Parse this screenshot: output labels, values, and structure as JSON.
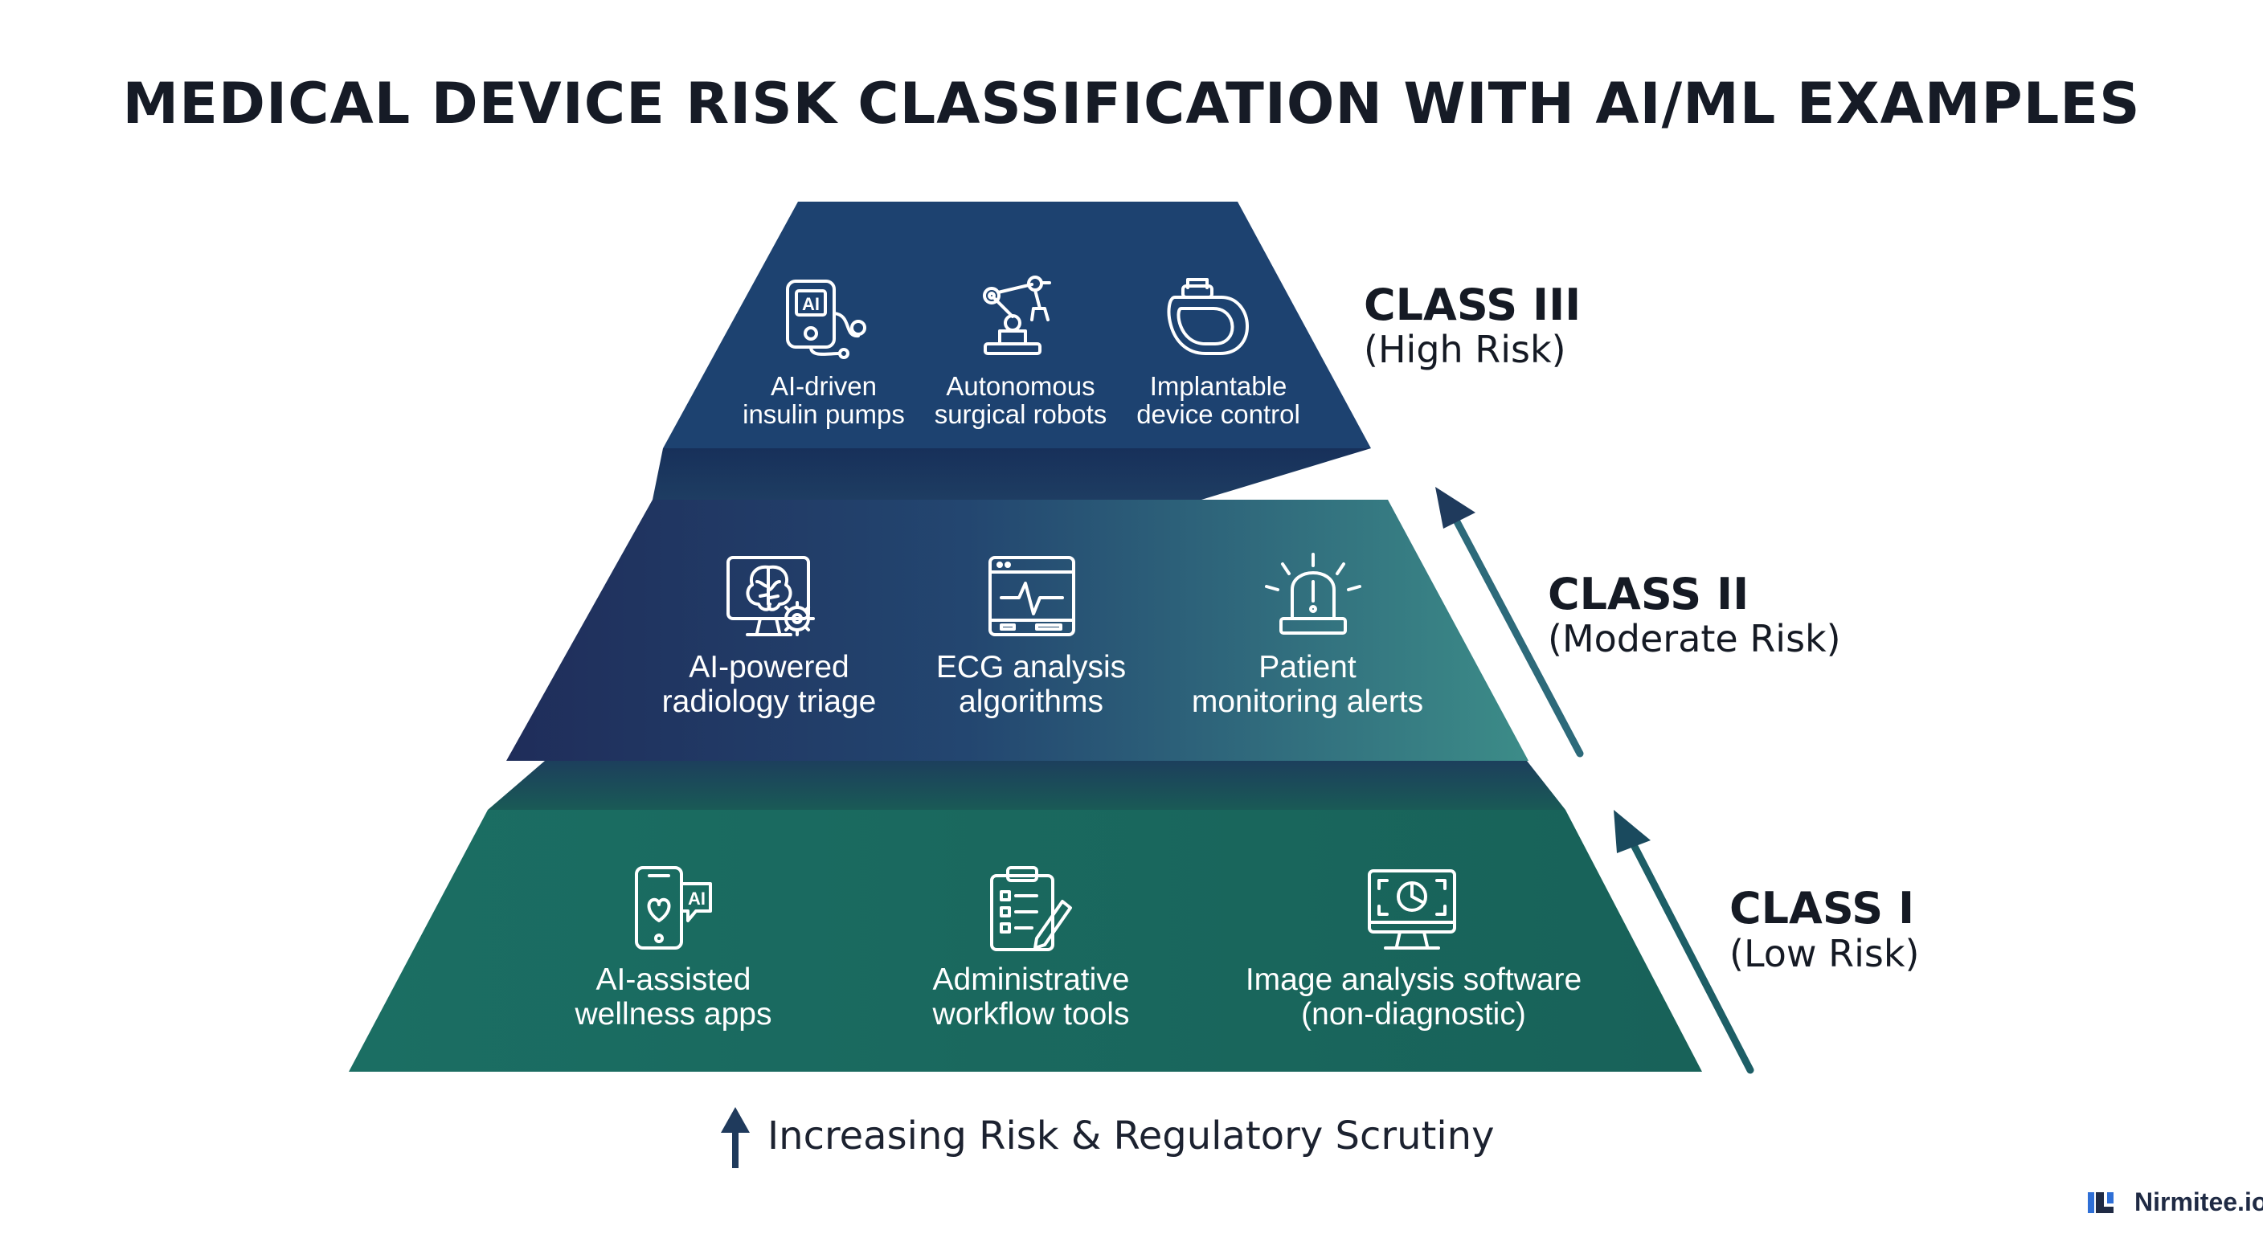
{
  "title": "MEDICAL DEVICE RISK CLASSIFICATION WITH AI/ML EXAMPLES",
  "tiers": [
    {
      "class_label": "CLASS III",
      "risk_label": "(High Risk)",
      "items": [
        {
          "icon": "insulin-pump-icon",
          "icon_text": "AI",
          "line1": "AI-driven",
          "line2": "insulin pumps"
        },
        {
          "icon": "surgical-robot-icon",
          "line1": "Autonomous",
          "line2": "surgical robots"
        },
        {
          "icon": "implantable-device-icon",
          "line1": "Implantable",
          "line2": "device control"
        }
      ]
    },
    {
      "class_label": "CLASS II",
      "risk_label": "(Moderate Risk)",
      "items": [
        {
          "icon": "brain-monitor-icon",
          "line1": "AI-powered",
          "line2": "radiology triage"
        },
        {
          "icon": "ecg-monitor-icon",
          "line1": "ECG analysis",
          "line2": "algorithms"
        },
        {
          "icon": "alarm-light-icon",
          "line1": "Patient",
          "line2": "monitoring alerts"
        }
      ]
    },
    {
      "class_label": "CLASS I",
      "risk_label": "(Low Risk)",
      "items": [
        {
          "icon": "phone-heart-icon",
          "icon_text": "AI",
          "line1": "AI-assisted",
          "line2": "wellness apps"
        },
        {
          "icon": "clipboard-checklist-icon",
          "line1": "Administrative",
          "line2": "workflow tools"
        },
        {
          "icon": "image-analysis-monitor-icon",
          "line1": "Image analysis software",
          "line2": "(non-diagnostic)"
        }
      ]
    }
  ],
  "footer_label": "Increasing Risk & Regulatory Scrutiny",
  "brand": "Nirmitee.io",
  "colors": {
    "tier3": "#1d4270",
    "tier2_start": "#1f2f5c",
    "tier2_end": "#3a8a86",
    "tier1": "#1a6b60",
    "arrow": "#1f3a5c",
    "brand_blue": "#2f6fd6"
  }
}
